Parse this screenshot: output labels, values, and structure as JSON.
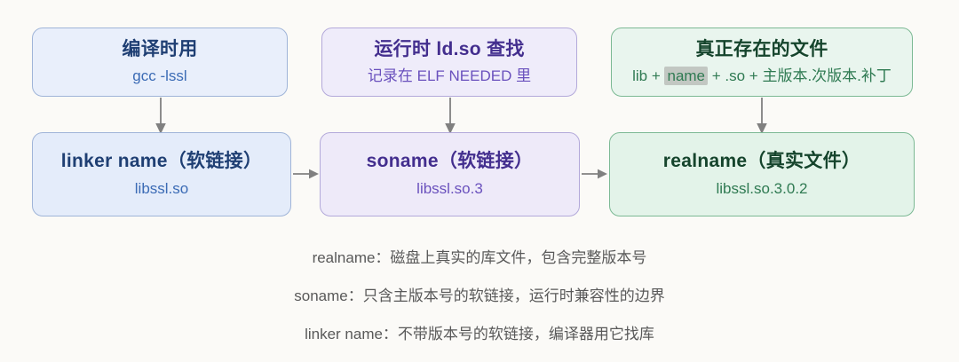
{
  "theme": {
    "background": "#fbfaf7",
    "blue": {
      "fill": "#e4ecfa",
      "border": "#9fb4d8",
      "title": "#1f3f73",
      "sub": "#3b6bb5"
    },
    "purple": {
      "fill": "#eeeaf9",
      "border": "#b3a9da",
      "title": "#432e8e",
      "sub": "#6a51bd"
    },
    "green": {
      "fill": "#e3f3e9",
      "border": "#7cb994",
      "title": "#15442c",
      "sub": "#2f7a52"
    },
    "arrow": "#808080",
    "highlight": "#c2c7c2",
    "caption": "#595959"
  },
  "top_row": [
    {
      "title": "编译时用",
      "sub": "gcc -lssl",
      "color": "blue"
    },
    {
      "title": "运行时 ld.so 查找",
      "sub": "记录在 ELF NEEDED 里",
      "color": "purple"
    },
    {
      "title": "真正存在的文件",
      "sub_prefix": "lib + ",
      "sub_highlight": "name",
      "sub_suffix": " + .so + 主版本.次版本.补丁",
      "sub": "lib + name + .so + 主版本.次版本.补丁",
      "color": "green"
    }
  ],
  "bottom_row": [
    {
      "title": "linker name（软链接）",
      "sub": "libssl.so",
      "color": "blue"
    },
    {
      "title": "soname（软链接）",
      "sub": "libssl.so.3",
      "color": "purple"
    },
    {
      "title": "realname（真实文件）",
      "sub": "libssl.so.3.0.2",
      "color": "green"
    }
  ],
  "captions": [
    "realname：磁盘上真实的库文件，包含完整版本号",
    "soname：只含主版本号的软链接，运行时兼容性的边界",
    "linker name：不带版本号的软链接，编译器用它找库"
  ]
}
